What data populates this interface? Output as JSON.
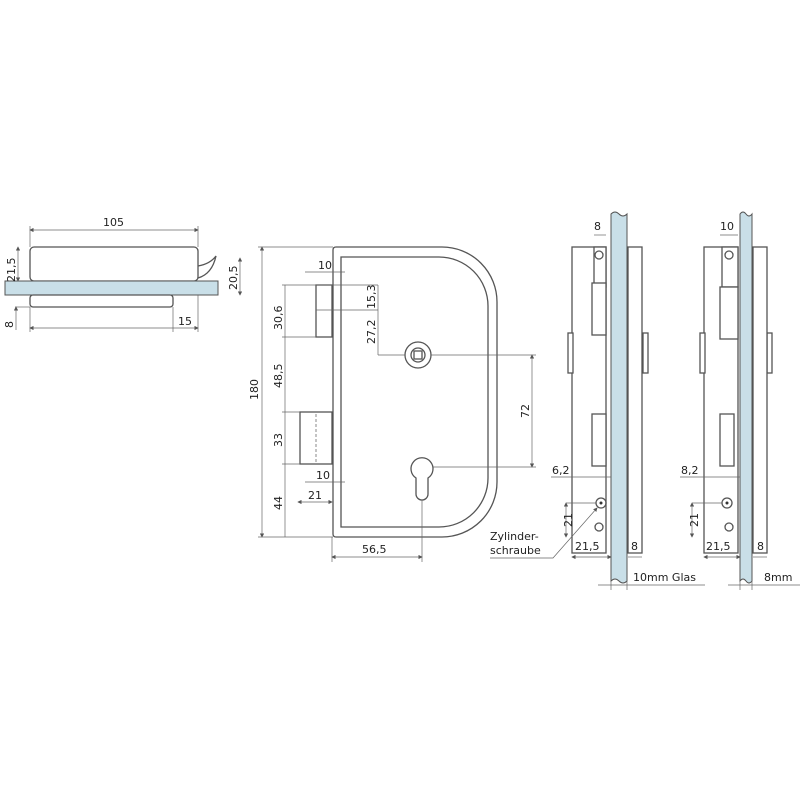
{
  "colors": {
    "glass": "#c9dfe8",
    "line": "#555555"
  },
  "top_view": {
    "width": "105",
    "height_upper": "21,5",
    "height_right": "20,5",
    "glass": "8",
    "offset": "15"
  },
  "front_view": {
    "total_height": "180",
    "dim_30_6": "30,6",
    "dim_48_5": "48,5",
    "dim_33": "33",
    "dim_44": "44",
    "latch_depth": "10",
    "bolt_depth": "10",
    "bolt_length": "21",
    "dim_15_3": "15,3",
    "dim_27_2": "27,2",
    "distance": "72",
    "backset": "56,5"
  },
  "side_view_10mm": {
    "top": "8",
    "offset": "6,2",
    "screw_height": "21",
    "width": "21,5",
    "plate": "8",
    "glass_label": "10mm Glas"
  },
  "side_view_8mm": {
    "top": "10",
    "offset": "8,2",
    "screw_height": "21",
    "width": "21,5",
    "plate": "8",
    "glass_label": "8mm"
  },
  "callout": {
    "line1": "Zylinder-",
    "line2": "schraube"
  }
}
